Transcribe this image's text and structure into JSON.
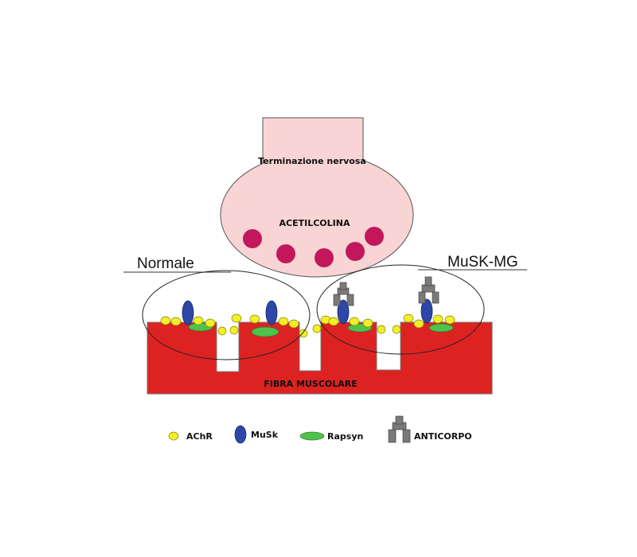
{
  "labels": {
    "nerve_terminal": "Terminazione nervosa",
    "acetylcholine": "ACETILCOLINA",
    "normal": "Normale",
    "musk_mg": "MuSK-MG",
    "muscle_fiber": "FIBRA MUSCOLARE"
  },
  "legend": {
    "achr": "AChR",
    "musk": "MuSk",
    "rapsyn": "Rapsyn",
    "antibody": "ANTICORPO"
  },
  "colors": {
    "nerve_fill": "#f8d4d4",
    "vesicle": "#c2185b",
    "muscle": "#dd2222",
    "achr": "#f2ee2a",
    "musk": "#2c47a6",
    "rapsyn": "#4fc24a",
    "antibody": "#7a7a7a"
  }
}
